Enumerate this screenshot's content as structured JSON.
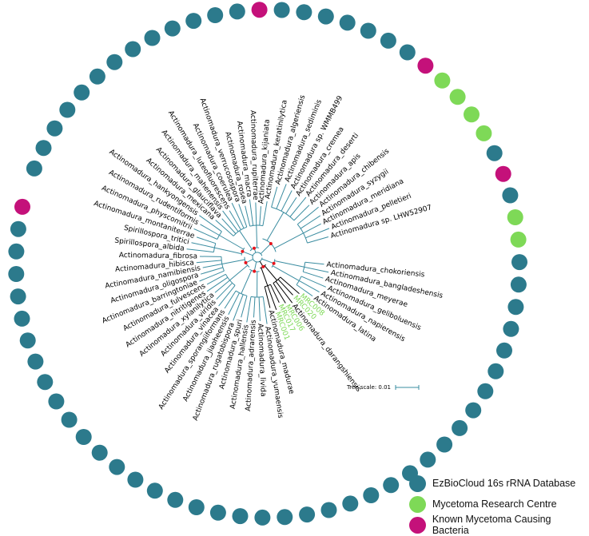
{
  "colors": {
    "database": "#2c7a8c",
    "research_centre": "#7ed957",
    "known_pathogen": "#c4117a",
    "branch": "#3a8ca0",
    "node_marker": "#e8141c",
    "tip_green": "#7ed957"
  },
  "legend": [
    {
      "label": "EzBioCloud 16s rRNA Database",
      "color": "#2c7a8c"
    },
    {
      "label": "Mycetoma Research Centre",
      "color": "#7ed957"
    },
    {
      "label": "Known Mycetoma Causing Bacteria",
      "color": "#c4117a"
    }
  ],
  "scale": {
    "label": "Tree scale: 0.01"
  },
  "ring": [
    "database",
    "database",
    "database",
    "database",
    "database",
    "database",
    "database",
    "database",
    "database",
    "database",
    "database",
    "database",
    "database",
    "known_pathogen",
    "database",
    "database",
    "database",
    "database",
    "database",
    "database",
    "database",
    "known_pathogen",
    "research_centre",
    "research_centre",
    "research_centre",
    "research_centre",
    "database",
    "known_pathogen",
    "database",
    "research_centre",
    "research_centre",
    "database",
    "database",
    "database",
    "database",
    "database",
    "database",
    "database",
    "database",
    "database",
    "database",
    "database",
    "database",
    "database",
    "database",
    "database",
    "database",
    "database",
    "database",
    "database",
    "database",
    "database",
    "database",
    "database",
    "database",
    "database",
    "database",
    "database",
    "database",
    "database",
    "database",
    "database",
    "database",
    "database",
    "database",
    "database",
    "database",
    "database",
    "database",
    "known_pathogen"
  ],
  "tips": [
    {
      "name": "Actinomadura_chokoriensis",
      "green": false
    },
    {
      "name": "Actinomadura_bangladeshensis",
      "green": false
    },
    {
      "name": "Actinomadura_meyerae",
      "green": false
    },
    {
      "name": "Actinomadura_geliboluensis",
      "green": false
    },
    {
      "name": "Actinomadura_napierensis",
      "green": false
    },
    {
      "name": "Actinomadura_latina",
      "green": false
    },
    {
      "name": "MRC008",
      "green": true
    },
    {
      "name": "MRC020",
      "green": true
    },
    {
      "name": "Actinomadura_darangshiensis",
      "green": false
    },
    {
      "name": "MRC006",
      "green": true
    },
    {
      "name": "MRC017",
      "green": true
    },
    {
      "name": "MRC001",
      "green": true
    },
    {
      "name": "Actinomadura_madurae",
      "green": false
    },
    {
      "name": "Actinomadura_yumaensis",
      "green": false
    },
    {
      "name": "Actinomadura_livida",
      "green": false
    },
    {
      "name": "Actinomadura_adrarensis",
      "green": false
    },
    {
      "name": "Actinomadura_hallensis",
      "green": false
    },
    {
      "name": "Actinomadura_spuri",
      "green": false
    },
    {
      "name": "Actinomadura_rugatobispora",
      "green": false
    },
    {
      "name": "Actinomadura_jiaoheensis",
      "green": false
    },
    {
      "name": "Actinomadura_sporangiiformans",
      "green": false
    },
    {
      "name": "Actinomadura_vinacea",
      "green": false
    },
    {
      "name": "Actinomadura_viridis",
      "green": false
    },
    {
      "name": "Actinomadura_xylanilytica",
      "green": false
    },
    {
      "name": "Actinomadura_nitritigenes",
      "green": false
    },
    {
      "name": "Actinomadura_fulvescens",
      "green": false
    },
    {
      "name": "Actinomadura_barringtoniae",
      "green": false
    },
    {
      "name": "Actinomadura_oligospora",
      "green": false
    },
    {
      "name": "Actinomadura_namibiensis",
      "green": false
    },
    {
      "name": "Actinomadura_hibisca",
      "green": false
    },
    {
      "name": "Actinomadura_fibrosa",
      "green": false
    },
    {
      "name": "Spirillospora_albida",
      "green": false
    },
    {
      "name": "Spirillospora_tritici",
      "green": false
    },
    {
      "name": "Actinomadura_montaniterrae",
      "green": false
    },
    {
      "name": "Actinomadura_physcomitrii",
      "green": false
    },
    {
      "name": "Actinomadura_rudentiformis",
      "green": false
    },
    {
      "name": "Actinomadura_hankyongensis",
      "green": false
    },
    {
      "name": "Actinomadura_mexicana",
      "green": false
    },
    {
      "name": "Actinomadura_glauciflava",
      "green": false
    },
    {
      "name": "Actinomadura_mahenensis",
      "green": false
    },
    {
      "name": "Actinomadura_luteofluorescens",
      "green": false
    },
    {
      "name": "Actinomadura_coerulea",
      "green": false
    },
    {
      "name": "Actinomadura_verrucosospora",
      "green": false
    },
    {
      "name": "Actinomadura_rosea",
      "green": false
    },
    {
      "name": "Actinomadura_macra",
      "green": false
    },
    {
      "name": "Actinomadura_rupiterrae",
      "green": false
    },
    {
      "name": "Actinomadura_kijaniata",
      "green": false
    },
    {
      "name": "Actinomadura_keratinilytica",
      "green": false
    },
    {
      "name": "Actinomadura_algeriensis",
      "green": false
    },
    {
      "name": "Actinomadura_sediminis",
      "green": false
    },
    {
      "name": "Actinomadura sp. WMMB499",
      "green": false
    },
    {
      "name": "Actinomadura_cremea",
      "green": false
    },
    {
      "name": "Actinomadura_deserti",
      "green": false
    },
    {
      "name": "Actinomadura_apis",
      "green": false
    },
    {
      "name": "Actinomadura_chibensis",
      "green": false
    },
    {
      "name": "Actinomadura_syzygii",
      "green": false
    },
    {
      "name": "Actinomadura_meridiana",
      "green": false
    },
    {
      "name": "Actinomadura_pelletieri",
      "green": false
    },
    {
      "name": "Actinomadura sp. LHW52907",
      "green": false
    }
  ]
}
